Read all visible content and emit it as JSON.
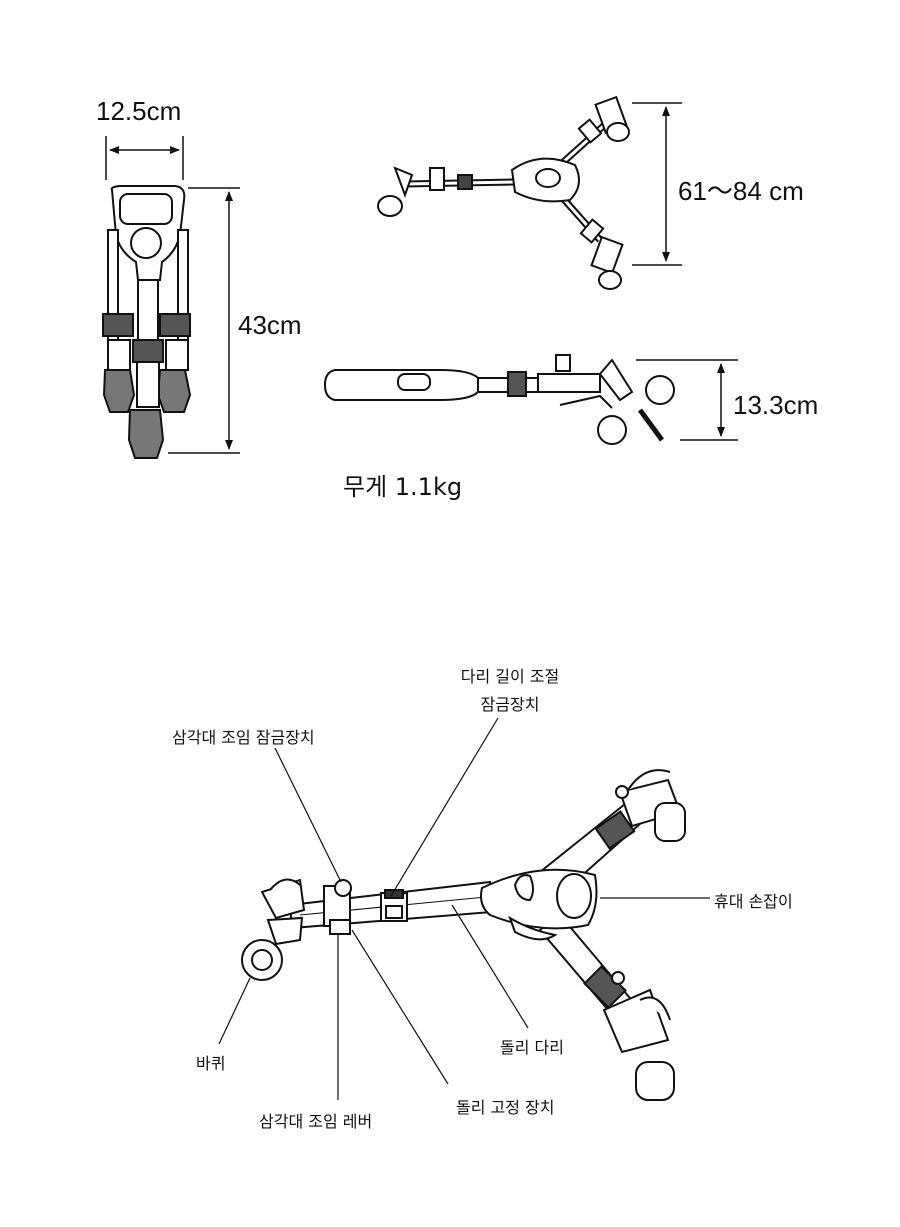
{
  "dimensions": {
    "width": "12.5cm",
    "height": "43cm",
    "span": "61〜84 cm",
    "folded_height": "13.3cm",
    "weight": "무게 1.1kg"
  },
  "callouts": {
    "leg_length_lock_line1": "다리 길이 조절",
    "leg_length_lock_line2": "잠금장치",
    "tripod_clamp_lock": "삼각대 조임 잠금장치",
    "carry_handle": "휴대 손잡이",
    "dolly_leg": "돌리 다리",
    "wheel": "바퀴",
    "dolly_lock": "돌리 고정 장치",
    "tripod_clamp_lever": "삼각대 조임 레버"
  }
}
